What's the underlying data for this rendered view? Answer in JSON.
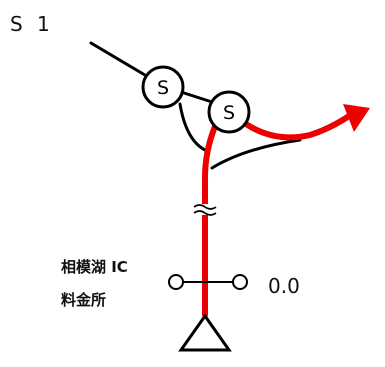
{
  "route_id": "S 1",
  "signs": [
    {
      "letter": "S"
    },
    {
      "letter": "S"
    }
  ],
  "interchange": {
    "name_line1": "相模湖 IC",
    "name_line2": "料金所",
    "distance_km": "0.0"
  },
  "colors": {
    "route": "#ee0000",
    "road": "#000000",
    "background": "#ffffff"
  },
  "icons": {
    "sign": "circle-letter-s-icon",
    "direction": "arrow-right-icon",
    "break": "wavy-break-icon",
    "start": "triangle-icon",
    "interchange": "interchange-marker-icon"
  }
}
